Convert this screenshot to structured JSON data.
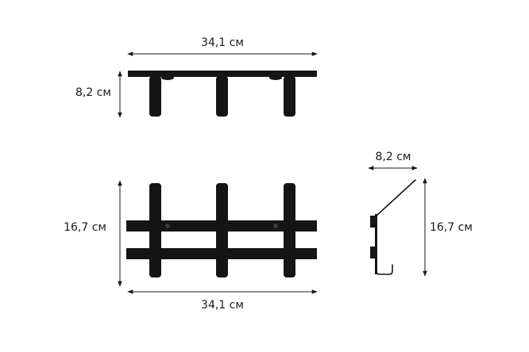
{
  "dimensions": {
    "top_width": "34,1 см",
    "top_depth": "8,2 см",
    "front_height": "16,7 см",
    "front_width": "34,1 см",
    "side_depth": "8,2 см",
    "side_height": "16,7 см"
  },
  "colors": {
    "product": "#151515",
    "dimension_lines": "#1a1a1a",
    "background": "#ffffff"
  }
}
